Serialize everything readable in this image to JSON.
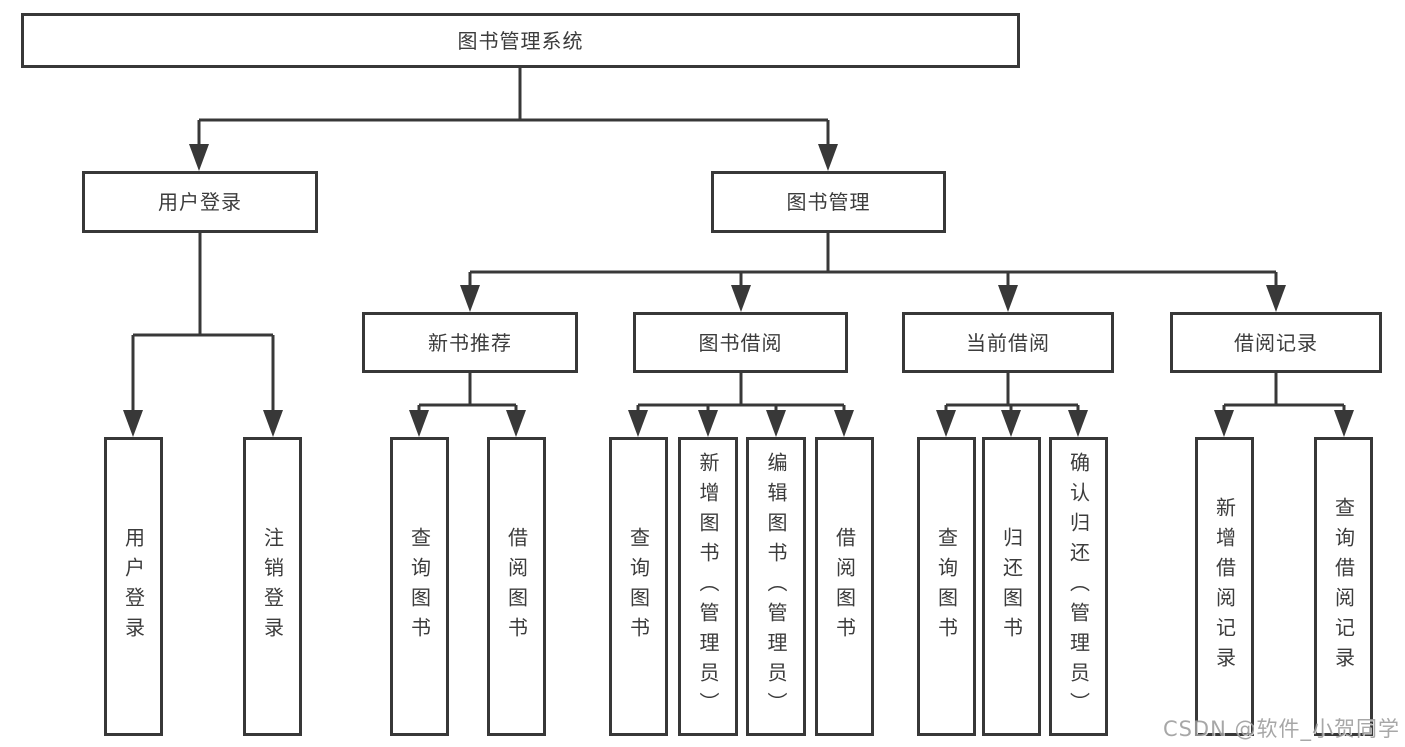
{
  "canvas": {
    "background": "#ffffff",
    "line_color": "#383838",
    "text_color": "#3c3c3c",
    "watermark_color": "#9c9c9c"
  },
  "watermark": "CSDN @软件_小贺同学",
  "tree": {
    "root": "图书管理系统",
    "branches": [
      {
        "label": "用户登录",
        "children": [
          "用户登录",
          "注销登录"
        ]
      },
      {
        "label": "图书管理",
        "sections": [
          {
            "label": "新书推荐",
            "children": [
              "查询图书",
              "借阅图书"
            ]
          },
          {
            "label": "图书借阅",
            "children": [
              "查询图书",
              "新增图书（管理员）",
              "编辑图书（管理员）",
              "借阅图书"
            ]
          },
          {
            "label": "当前借阅",
            "children": [
              "查询图书",
              "归还图书",
              "确认归还（管理员）"
            ]
          },
          {
            "label": "借阅记录",
            "children": [
              "新增借阅记录",
              "查询借阅记录"
            ]
          }
        ]
      }
    ]
  }
}
